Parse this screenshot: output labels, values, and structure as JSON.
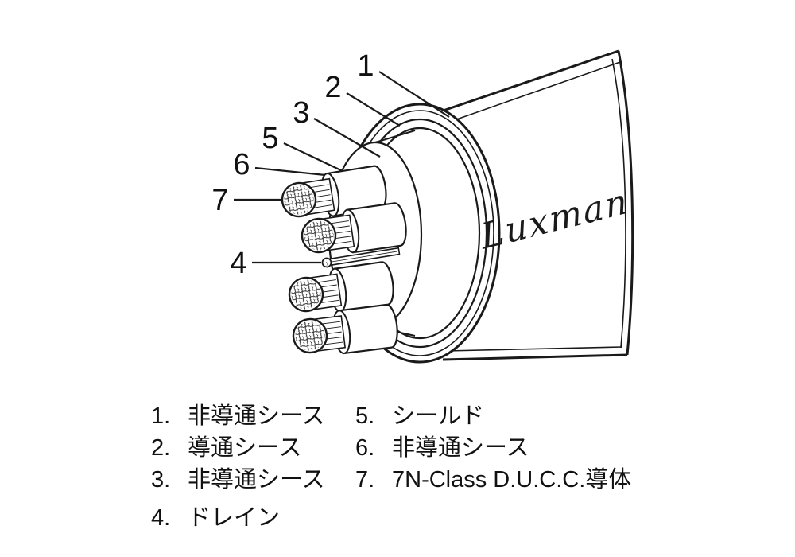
{
  "page": {
    "background": "#ffffff",
    "line_color": "#1a1a1a"
  },
  "diagram": {
    "type": "cable cutaway structure diagram",
    "brand_signature": "Luxman",
    "callouts": [
      {
        "num": "1",
        "label": "非導通シース"
      },
      {
        "num": "2",
        "label": "導通シース"
      },
      {
        "num": "3",
        "label": "非導通シース"
      },
      {
        "num": "4",
        "label": "ドレイン"
      },
      {
        "num": "5",
        "label": "シールド"
      },
      {
        "num": "6",
        "label": "非導通シース"
      },
      {
        "num": "7",
        "label": "7N-Class D.U.C.C.導体"
      }
    ]
  },
  "legend": {
    "column1": [
      {
        "num": "1.",
        "label": "非導通シース"
      },
      {
        "num": "2.",
        "label": "導通シース"
      },
      {
        "num": "3.",
        "label": "非導通シース"
      },
      {
        "num": "4.",
        "label": "ドレイン"
      }
    ],
    "column2": [
      {
        "num": "5.",
        "label": "シールド"
      },
      {
        "num": "6.",
        "label": "非導通シース"
      },
      {
        "num": "7.",
        "label": "7N-Class D.U.C.C.導体"
      }
    ]
  }
}
